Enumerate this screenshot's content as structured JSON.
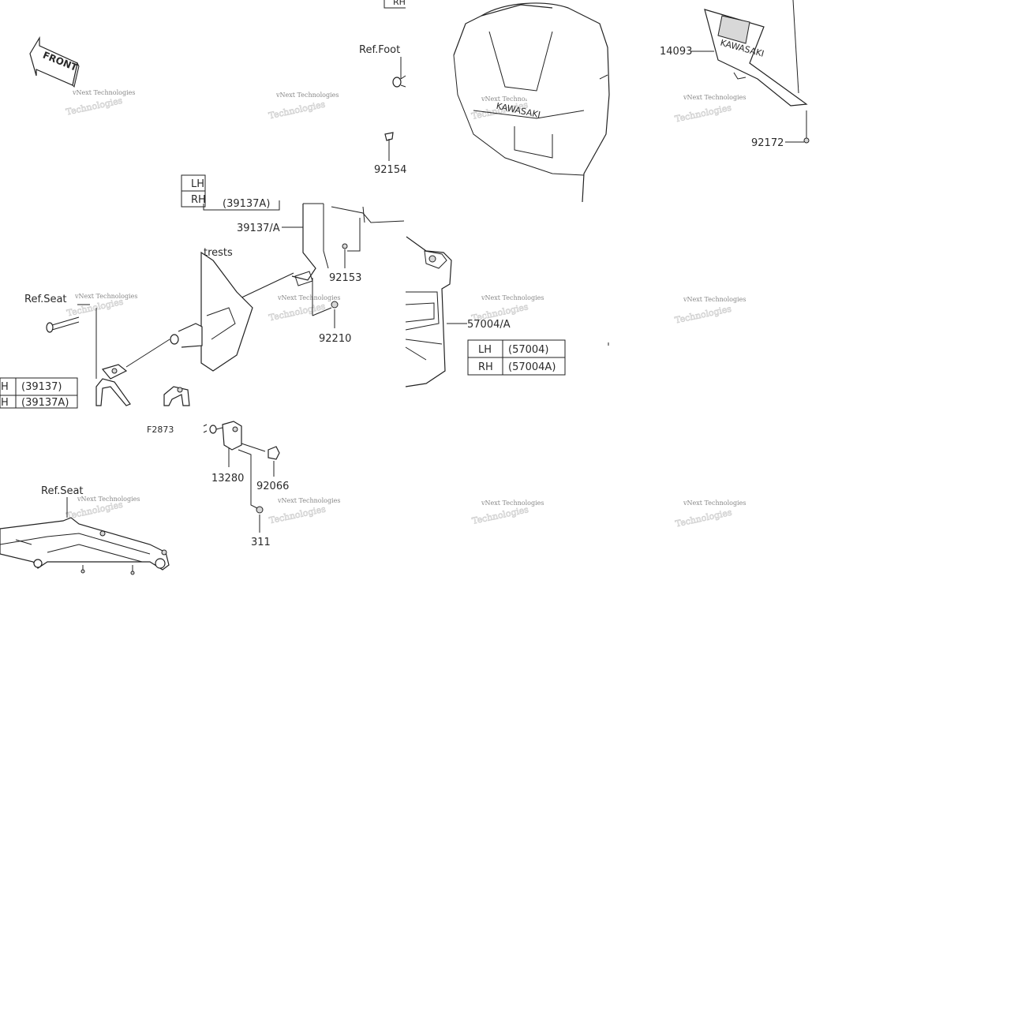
{
  "front_arrow": {
    "text": "FRONT"
  },
  "figure_code": "F2873",
  "watermark": {
    "brand": "vNext Technologies",
    "faint": "Technologies"
  },
  "labels": {
    "ref_footrests": "Ref.Foot",
    "footrests_tail": "trests",
    "ref_seat_1": "Ref.Seat",
    "ref_seat_2": "Ref.Seat",
    "p_92154": "92154",
    "p_14093": "14093",
    "p_92172": "92172",
    "p_39137A": "39137/A",
    "p_92153": "92153",
    "p_92210": "92210",
    "p_57004A": "57004/A",
    "p_13280": "13280",
    "p_92066": "92066",
    "p_311": "311"
  },
  "tables": {
    "top_rh": {
      "rh": "RH"
    },
    "mid": {
      "lh": "LH",
      "rh": "RH",
      "rh_val": "(39137A)"
    },
    "left": {
      "lh": "H",
      "lh_val": "(39137)",
      "rh": "H",
      "rh_val": "(39137A)"
    },
    "right": {
      "lh": "LH",
      "lh_val": "(57004)",
      "rh": "RH",
      "rh_val": "(57004A)"
    }
  }
}
